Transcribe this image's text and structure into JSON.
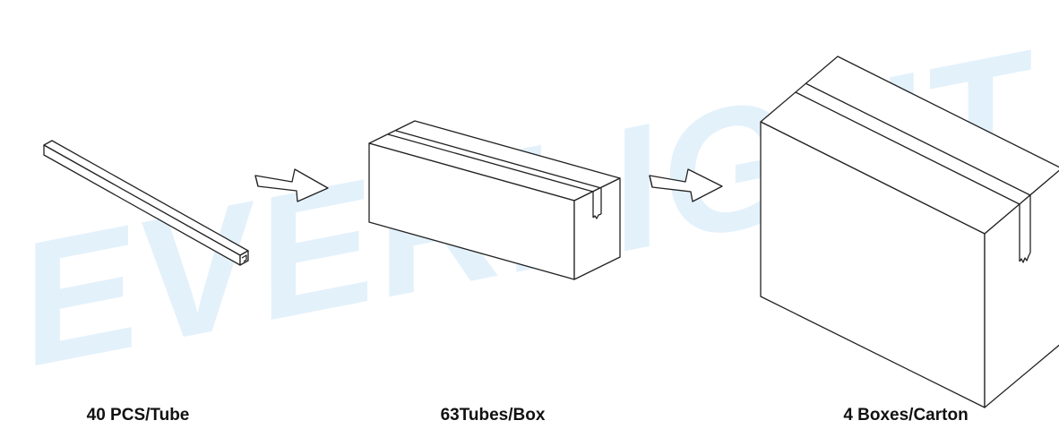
{
  "watermark": {
    "text": "EVERLIGHT",
    "color": "#e3f1fb"
  },
  "steps": [
    {
      "label": "40 PCS/Tube"
    },
    {
      "label": "63Tubes/Box"
    },
    {
      "label": "4 Boxes/Carton"
    }
  ],
  "arrows": [
    {
      "icon": "arrow-right-icon"
    },
    {
      "icon": "arrow-right-icon"
    }
  ],
  "colors": {
    "line": "#222222",
    "text": "#111111",
    "background": "#ffffff"
  }
}
